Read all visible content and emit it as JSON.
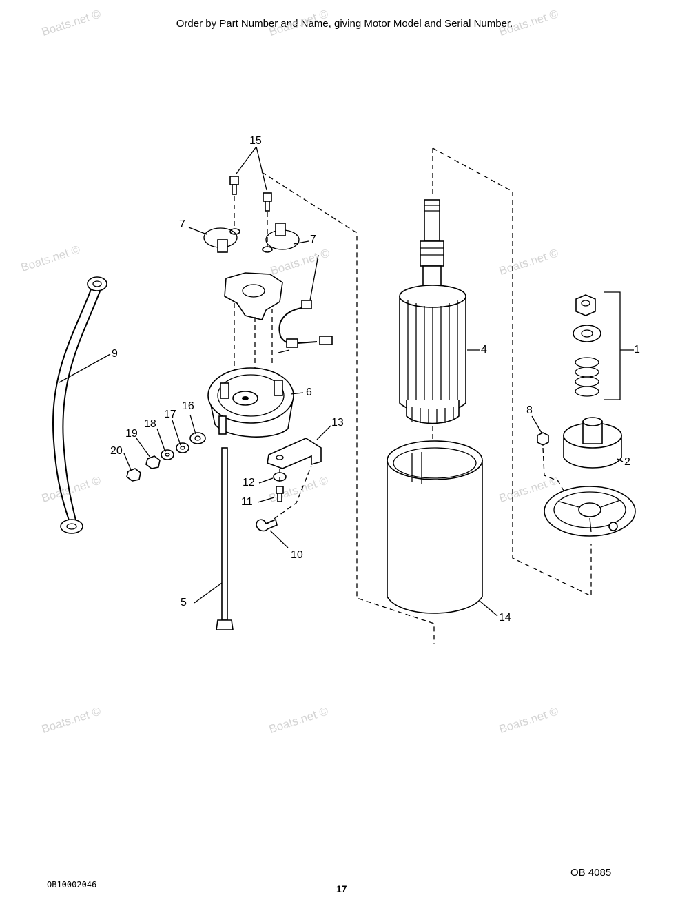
{
  "header": {
    "text": "Order by Part Number and Name, giving Motor Model and Serial Number."
  },
  "watermark": {
    "text": "Boats.net ©"
  },
  "callouts": [
    "1",
    "2",
    "4",
    "5",
    "6",
    "7",
    "7",
    "8",
    "9",
    "10",
    "11",
    "12",
    "13",
    "14",
    "15",
    "16",
    "17",
    "18",
    "19",
    "20"
  ],
  "footer": {
    "doc_id": "OB10002046",
    "page_number": "17",
    "ref_code": "OB 4085"
  }
}
